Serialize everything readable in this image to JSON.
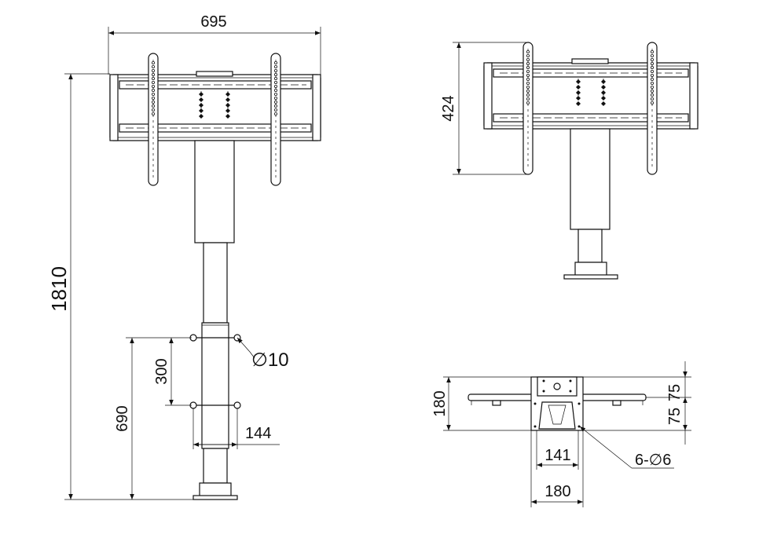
{
  "dimensions": {
    "width_top": "695",
    "height_total": "1810",
    "side_height": "424",
    "hole_dia": "∅10",
    "hole_spacing": "300",
    "bracket_height": "690",
    "column_width": "144",
    "base_depth": "180",
    "offset_a": "75",
    "offset_b": "75",
    "inner_width": "141",
    "base_width": "180",
    "base_holes": "6-∅6"
  }
}
